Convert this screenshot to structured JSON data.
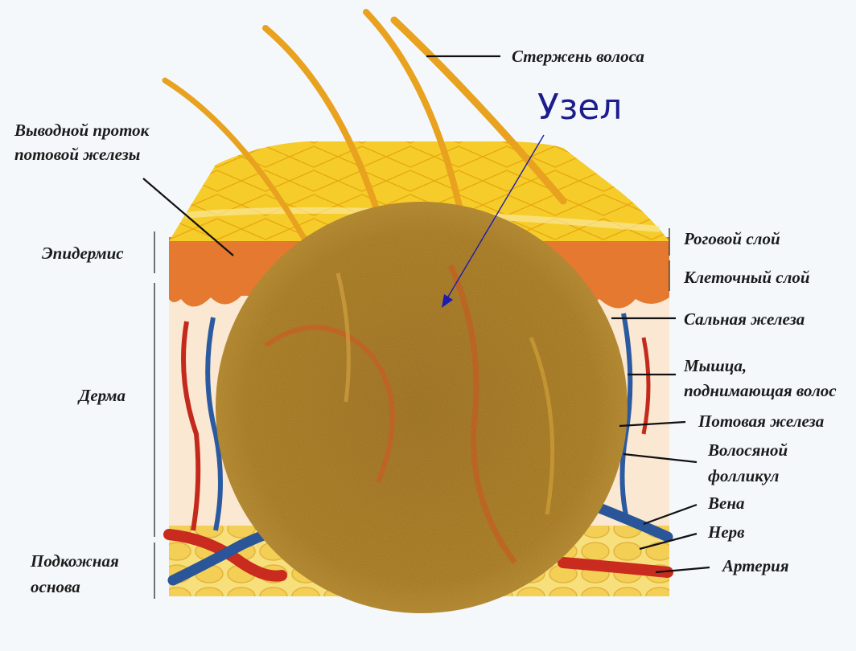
{
  "labels": {
    "hair_shaft": "Стержень волоса",
    "sweat_duct_line1": "Выводной проток",
    "sweat_duct_line2": "потовой железы",
    "epidermis": "Эпидермис",
    "dermis": "Дерма",
    "subcutaneous_line1": "Подкожная",
    "subcutaneous_line2": "основа",
    "horny_layer": "Роговой слой",
    "cell_layer": "Клеточный слой",
    "sebaceous_gland": "Сальная железа",
    "muscle_line1": "Мышца,",
    "muscle_line2": "поднимающая волос",
    "sweat_gland": "Потовая железа",
    "follicle_line1": "Волосяной",
    "follicle_line2": "фолликул",
    "vein": "Вена",
    "nerve": "Нерв",
    "artery": "Артерия",
    "node_callout": "Узел"
  },
  "colors": {
    "background": "#f4f8fb",
    "horny_layer": "#f3c21c",
    "epidermis": "#e8893a",
    "dermis": "#fbe9d6",
    "fat": "#f5d66a",
    "artery": "#c0281c",
    "vein": "#24519a",
    "hair": "#e7a224",
    "blob": "#a2761f",
    "callout": "#1c1c8c",
    "leader": "#111111"
  }
}
